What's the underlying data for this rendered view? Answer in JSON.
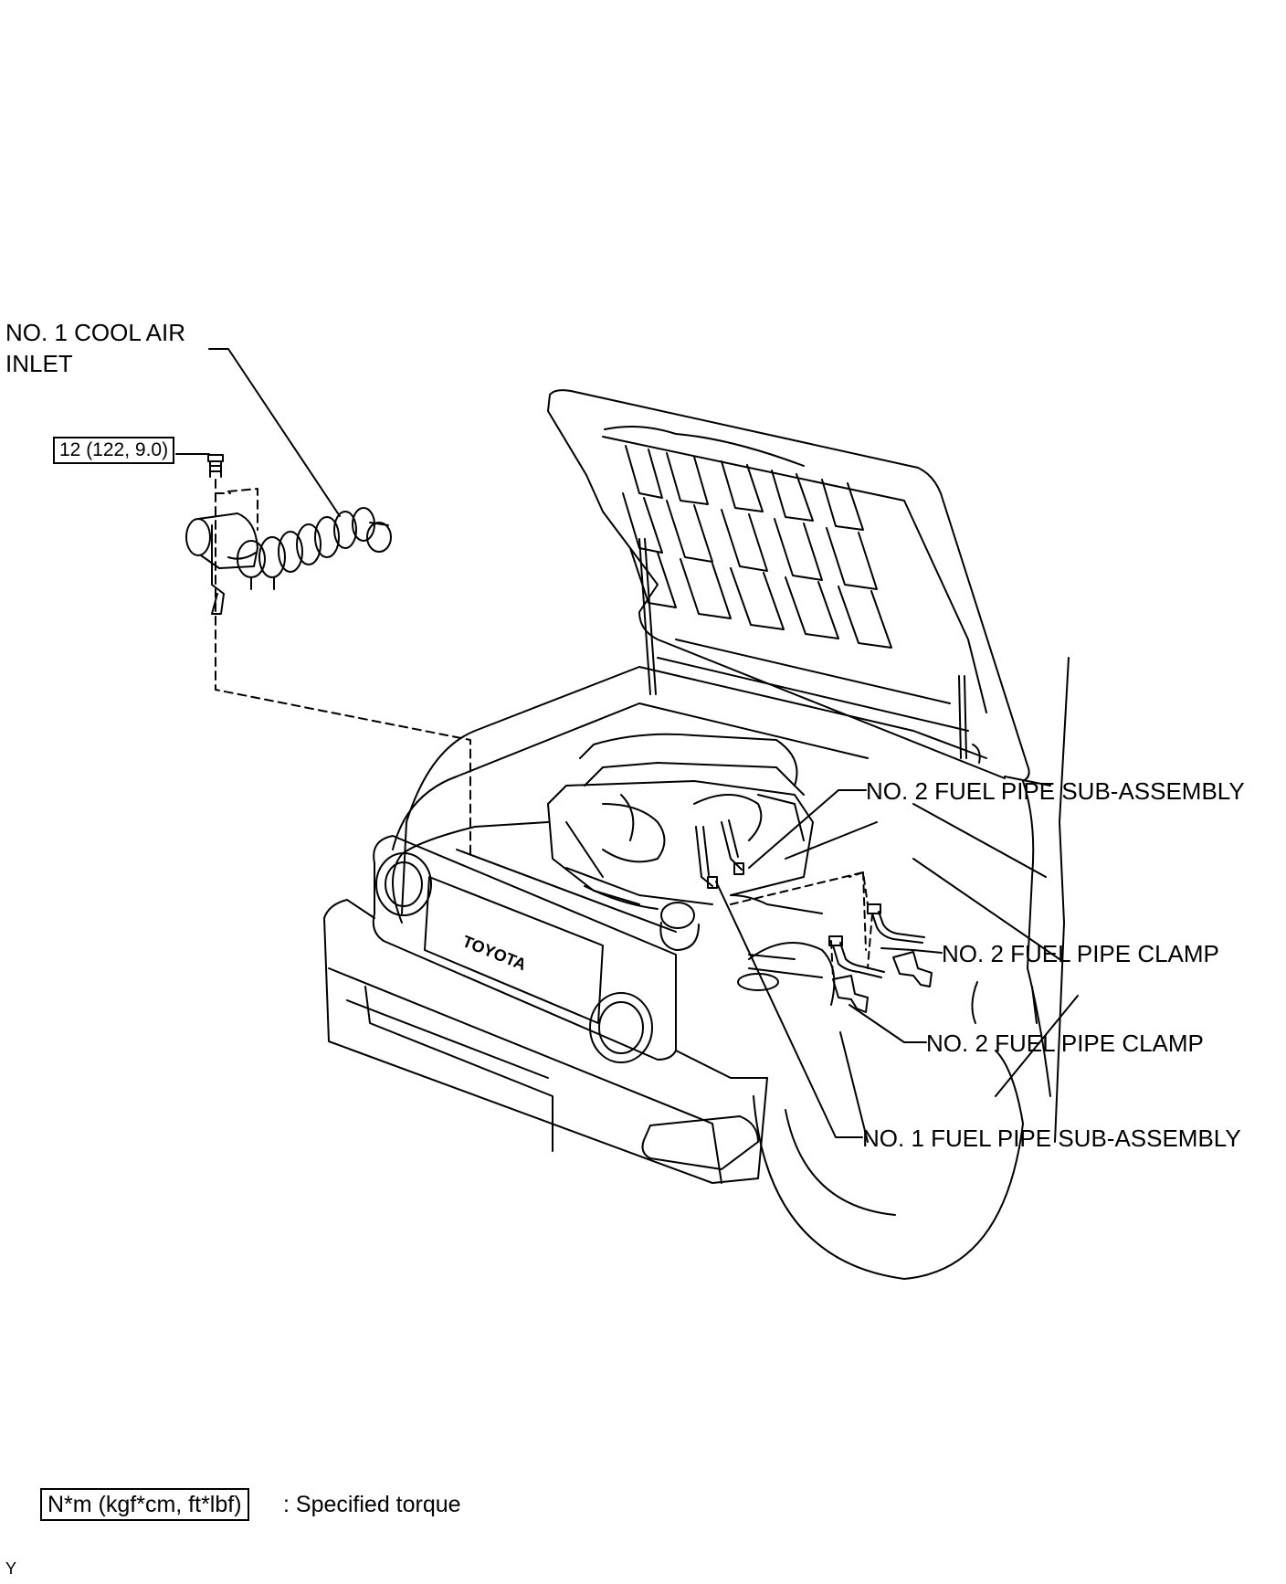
{
  "labels": {
    "cool_air_inlet_line1": "NO. 1 COOL AIR",
    "cool_air_inlet_line2": "INLET",
    "fuel_pipe_2": "NO. 2 FUEL PIPE SUB-ASSEMBLY",
    "fuel_pipe_clamp_a": "NO. 2 FUEL PIPE CLAMP",
    "fuel_pipe_clamp_b": "NO. 2 FUEL PIPE CLAMP",
    "fuel_pipe_1": "NO. 1 FUEL PIPE SUB-ASSEMBLY"
  },
  "torque": {
    "bolt_value": "12 (122, 9.0)"
  },
  "legend": {
    "unit_box": "N*m (kgf*cm, ft*lbf)",
    "description": ": Specified torque"
  },
  "illustration_code": "Y",
  "badge_text": "TOYOTA"
}
